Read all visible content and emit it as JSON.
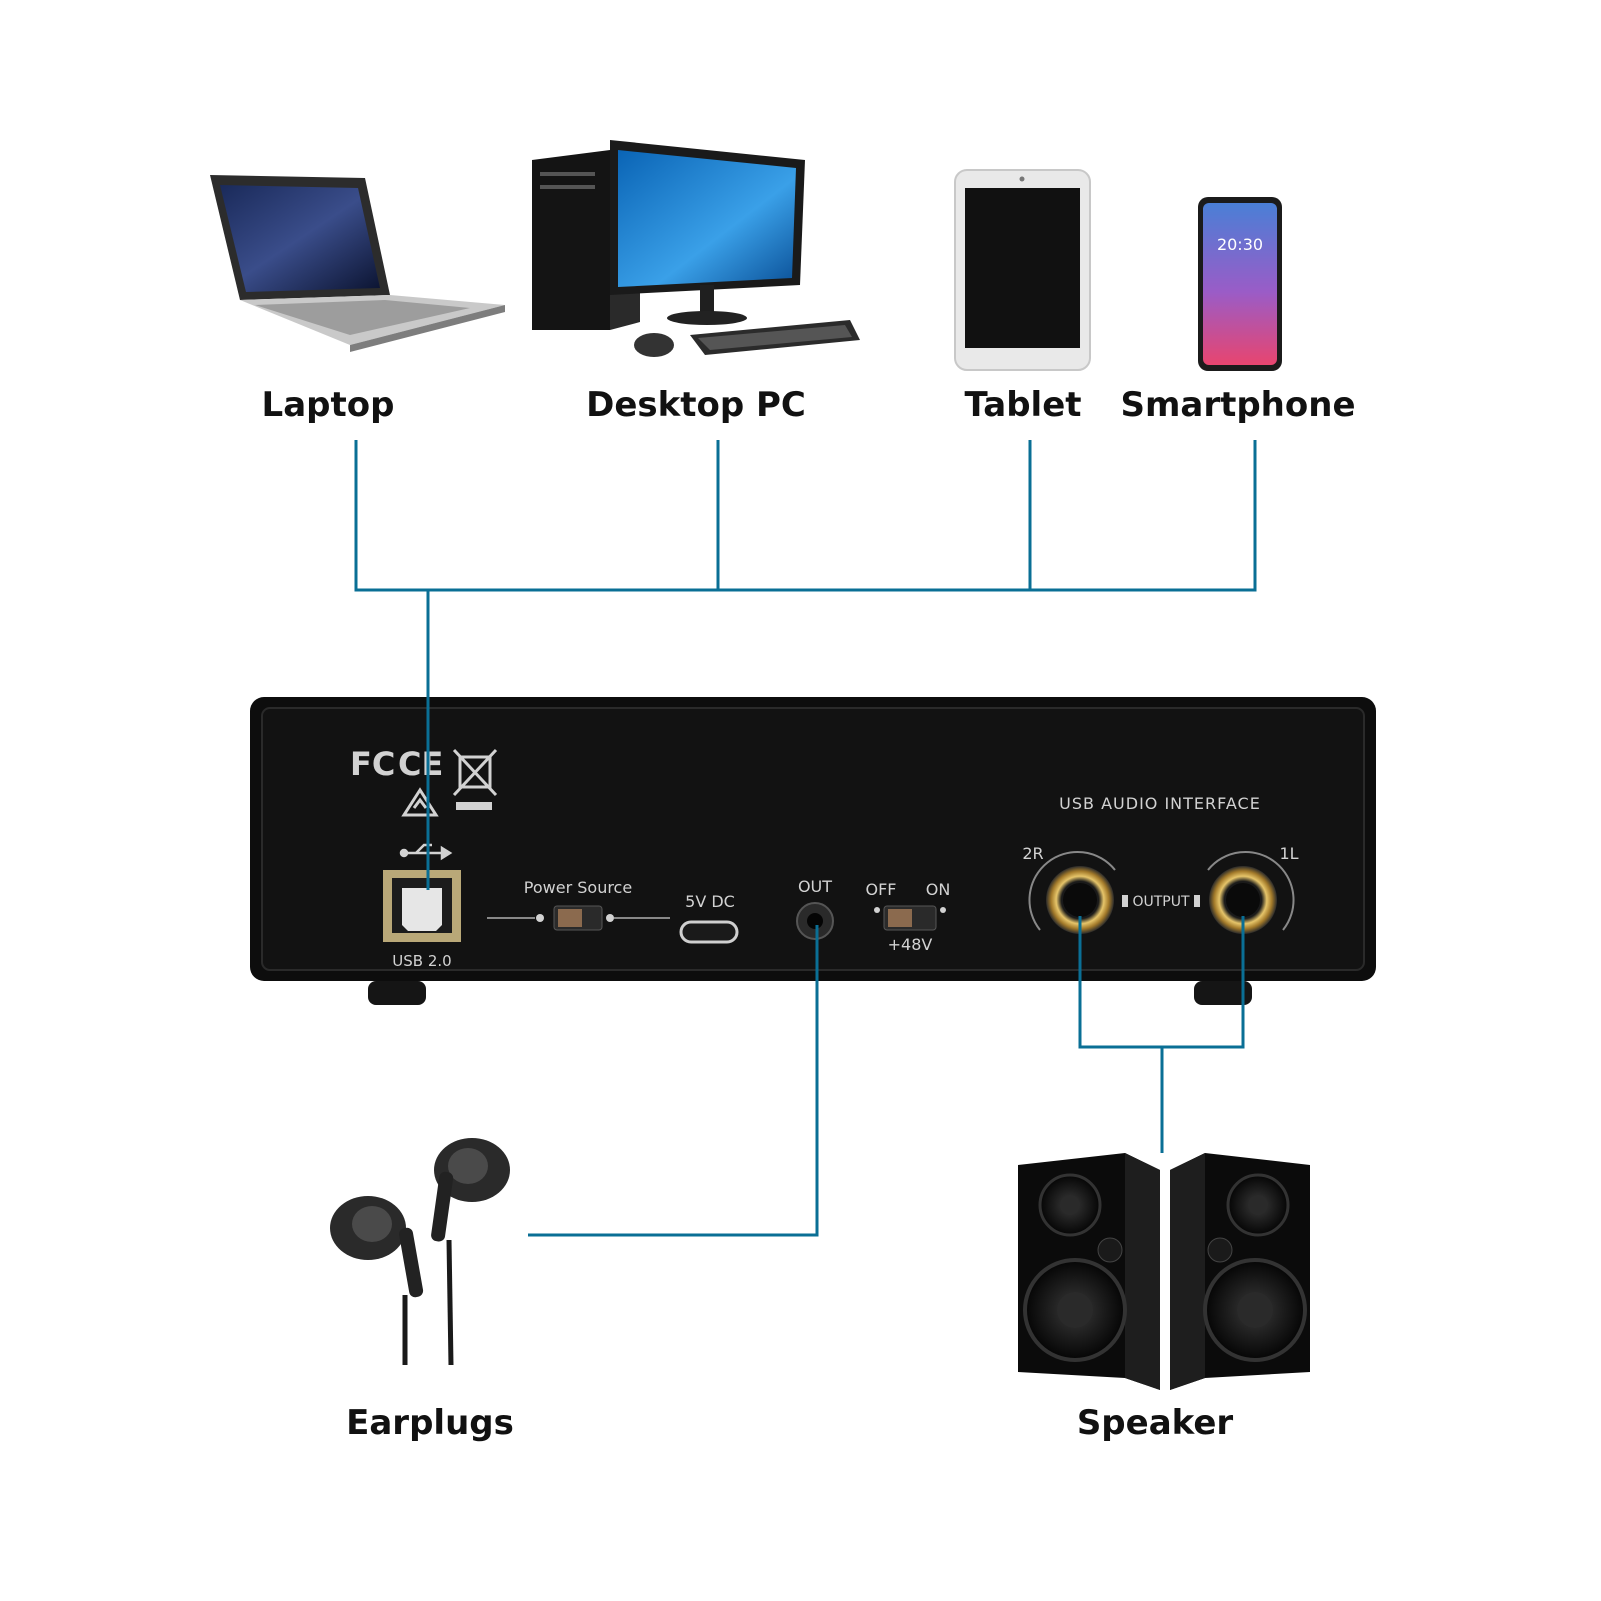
{
  "colors": {
    "connector": "#0a6f95",
    "label": "#111111",
    "panel": "#0d0d0d",
    "panel_text": "#d2d2d2",
    "jack_gold": "#c9a14a"
  },
  "devices": {
    "laptop": "Laptop",
    "desktop_pc": "Desktop PC",
    "tablet": "Tablet",
    "smartphone": "Smartphone",
    "earplugs": "Earplugs",
    "speaker": "Speaker"
  },
  "smartphone_screen": {
    "time": "20:30"
  },
  "interface_panel": {
    "brand_text": "USB AUDIO INTERFACE",
    "usb_port": "USB 2.0",
    "power_source": "Power Source",
    "dc_port": "5V DC",
    "headphone_out": "OUT",
    "phantom_off": "OFF",
    "phantom_on": "ON",
    "phantom_label": "+48V",
    "output_right": "2R",
    "output_left": "1L",
    "output_label": "OUTPUT",
    "cert_fc": "FC",
    "cert_ce": "CE",
    "usb_symbol": "usb-symbol-icon"
  }
}
